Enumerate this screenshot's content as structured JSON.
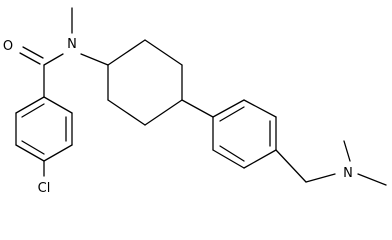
{
  "molecule": {
    "atoms": {
      "oxygen": "O",
      "nitrogen_amide": "N",
      "nitrogen_amine": "N",
      "chlorine": "Cl"
    }
  }
}
